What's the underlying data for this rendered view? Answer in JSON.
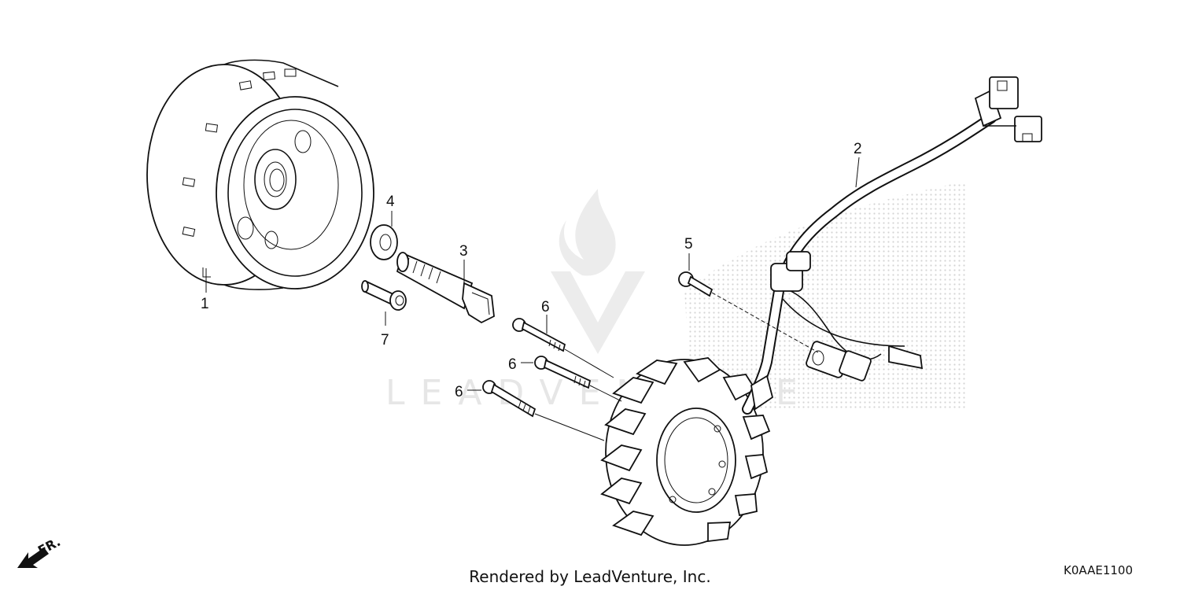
{
  "diagram": {
    "callouts": [
      "1",
      "2",
      "3",
      "4",
      "5",
      "6",
      "6",
      "6",
      "7"
    ],
    "footer_credit": "Rendered by LeadVenture, Inc.",
    "diagram_code": "K0AAE1100",
    "direction_marker": "FR.",
    "watermark_text": "LEADVENTURE"
  }
}
